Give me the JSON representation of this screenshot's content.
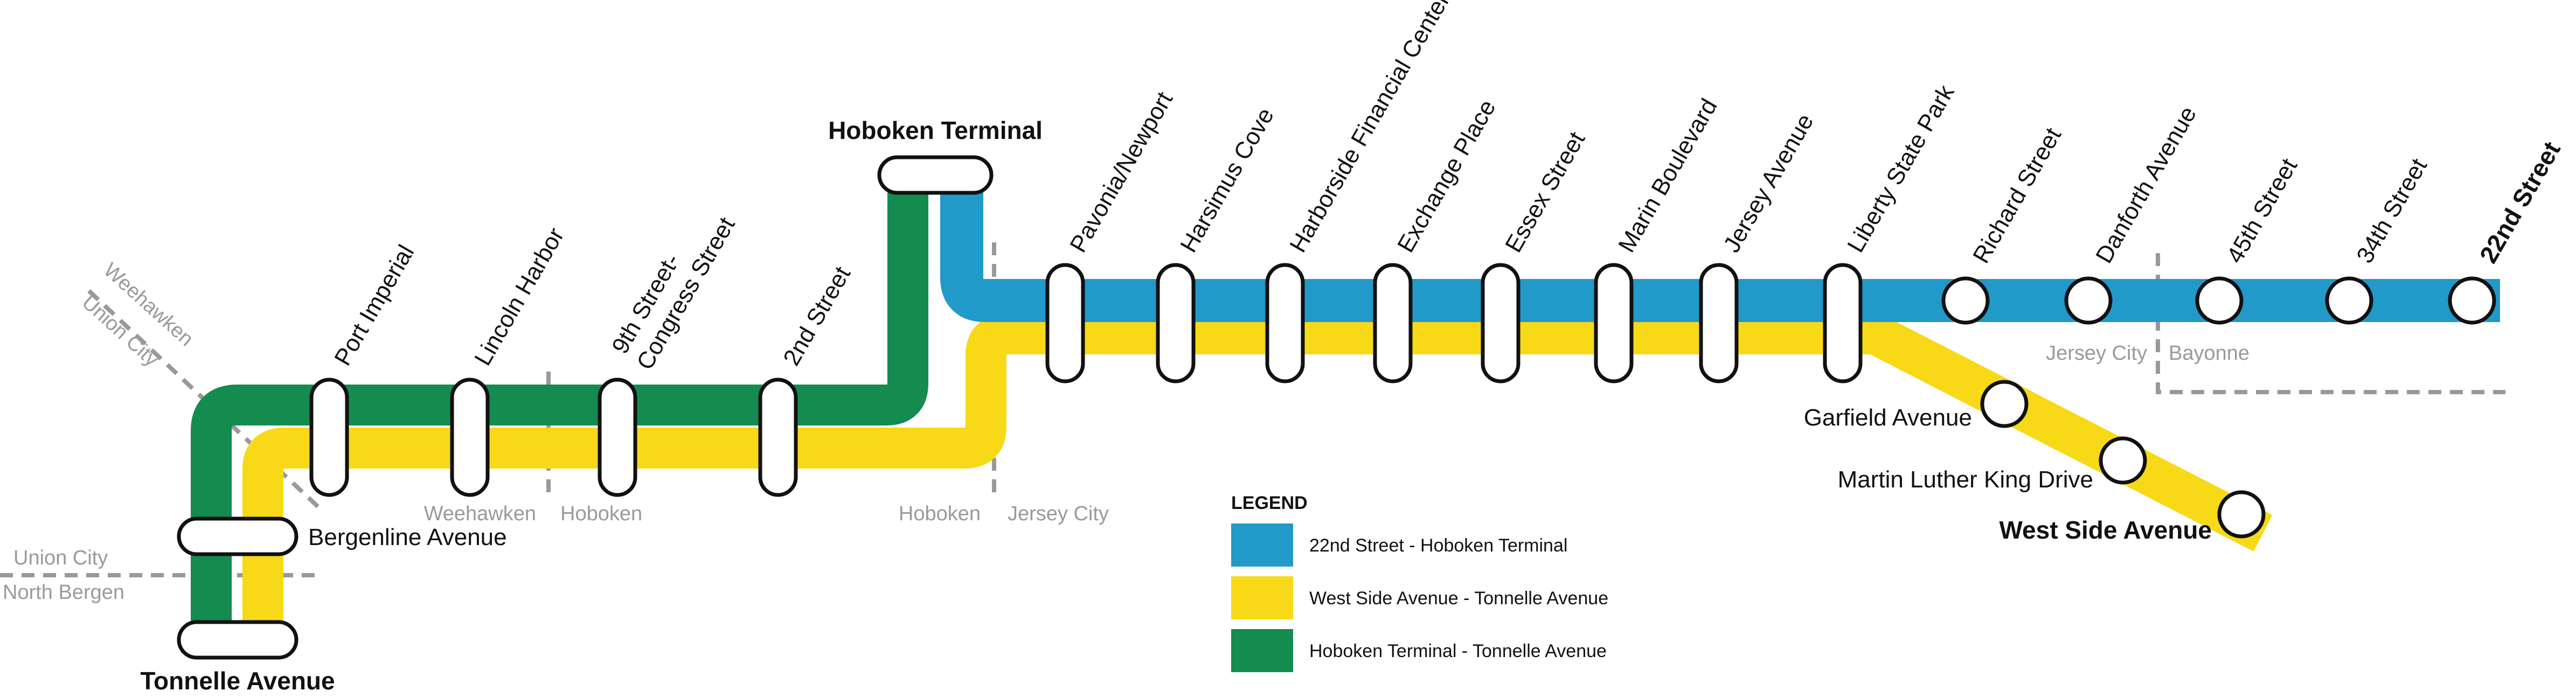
{
  "colors": {
    "hoboken_22nd": "#2199c9",
    "westside_tonnelle": "#f7d917",
    "hoboken_tonnelle": "#148c4f",
    "boundary": "#999999",
    "town_text": "#9a9a9a"
  },
  "stations": {
    "tonnelle": "Tonnelle Avenue",
    "bergenline": "Bergenline Avenue",
    "port_imperial": "Port Imperial",
    "lincoln_harbor": "Lincoln Harbor",
    "ninth_street_line1": "9th Street-",
    "ninth_street_line2": "Congress Street",
    "second_street": "2nd Street",
    "hoboken_terminal": "Hoboken Terminal",
    "pavonia": "Pavonia/Newport",
    "harsimus": "Harsimus Cove",
    "harborside": "Harborside Financial Center",
    "exchange": "Exchange Place",
    "essex": "Essex Street",
    "marin": "Marin Boulevard",
    "jersey_ave": "Jersey Avenue",
    "liberty": "Liberty State Park",
    "richard": "Richard Street",
    "danforth": "Danforth Avenue",
    "forty_fifth": "45th Street",
    "thirty_fourth": "34th Street",
    "twenty_second": "22nd Street",
    "garfield": "Garfield Avenue",
    "mlk": "Martin Luther King Drive",
    "west_side": "West Side Avenue"
  },
  "towns": {
    "weehawken_diag": "Weehawken",
    "union_city_diag": "Union City",
    "union_city": "Union City",
    "north_bergen": "North Bergen",
    "weehawken": "Weehawken",
    "hoboken_1": "Hoboken",
    "hoboken_2": "Hoboken",
    "jersey_city_1": "Jersey City",
    "jersey_city_2": "Jersey City",
    "bayonne": "Bayonne"
  },
  "legend": {
    "title": "LEGEND",
    "items": [
      {
        "label": "22nd Street - Hoboken Terminal",
        "color": "#2199c9"
      },
      {
        "label": "West Side Avenue - Tonnelle Avenue",
        "color": "#f7d917"
      },
      {
        "label": "Hoboken Terminal - Tonnelle Avenue",
        "color": "#148c4f"
      }
    ]
  }
}
